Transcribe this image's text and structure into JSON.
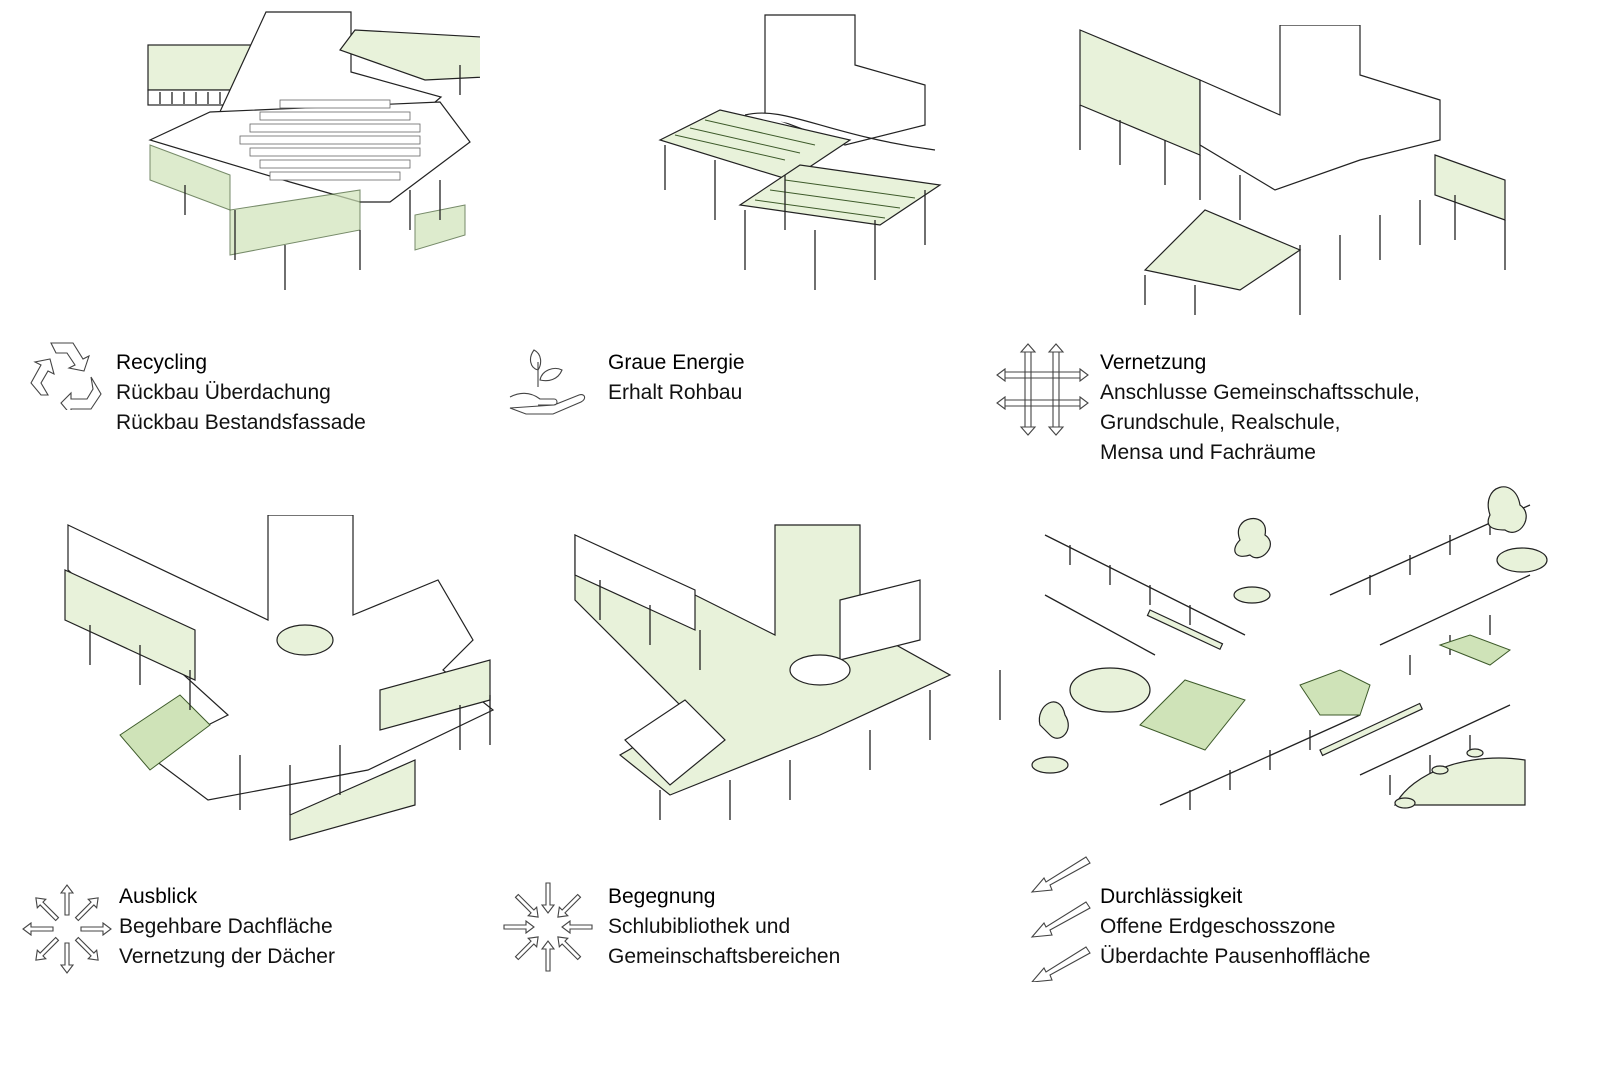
{
  "panels": [
    {
      "title": "Recycling",
      "lines": [
        "Rückbau Überdachung",
        "Rückbau Bestandsfassade"
      ],
      "icon": "recycle-icon"
    },
    {
      "title": "Graue Energie",
      "lines": [
        "Erhalt Rohbau"
      ],
      "icon": "hand-plant-icon"
    },
    {
      "title": "Vernetzung",
      "lines": [
        "Anschlusse Gemeinschaftsschule,",
        "Grundschule, Realschule,",
        "Mensa und Fachräume"
      ],
      "icon": "network-arrows-icon"
    },
    {
      "title": "Ausblick",
      "lines": [
        "Begehbare Dachfläche",
        "Vernetzung der Dächer"
      ],
      "icon": "outward-arrows-icon"
    },
    {
      "title": "Begegnung",
      "lines": [
        "Schlubibliothek und",
        "Gemeinschaftsbereichen"
      ],
      "icon": "inward-arrows-icon"
    },
    {
      "title": "Durchlässigkeit",
      "lines": [
        "Offene Erdgeschosszone",
        "Überdachte Pausenhoffläche"
      ],
      "icon": "diagonal-arrows-icon"
    }
  ],
  "colors": {
    "accent_green": "#e8f2da",
    "line": "#222222"
  }
}
